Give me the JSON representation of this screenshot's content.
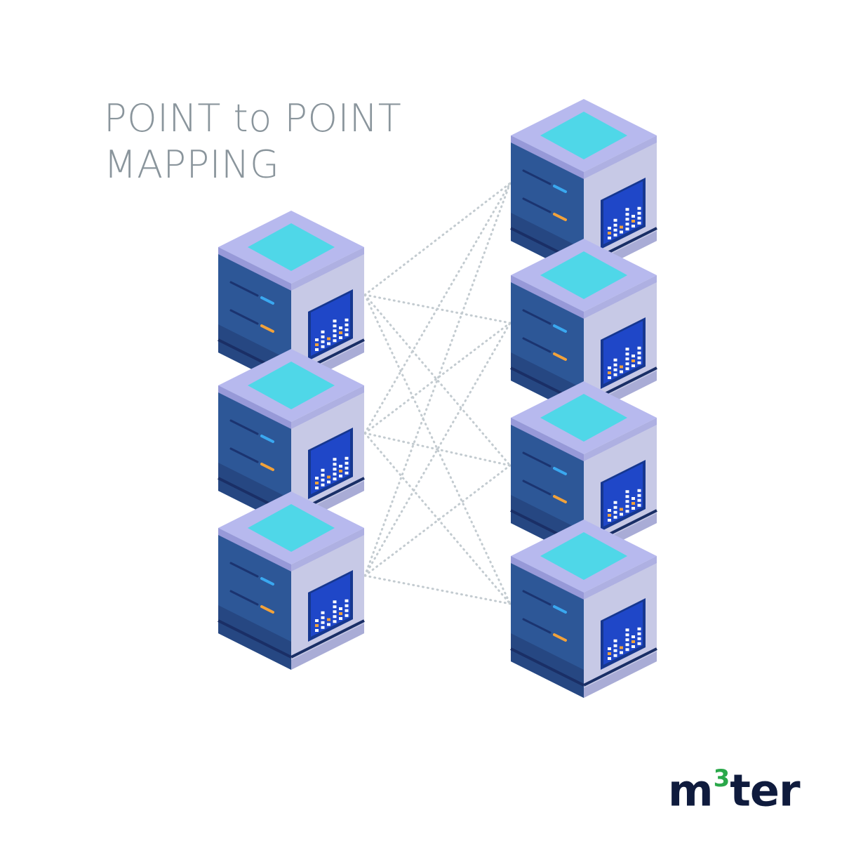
{
  "title": {
    "line1": "POINT to POINT",
    "line2": "MAPPING"
  },
  "logo": {
    "prefix": "m",
    "superscript": "3",
    "suffix": "ter"
  },
  "colors": {
    "title_text": "#8a959c",
    "logo_text": "#0f1b3d",
    "logo_accent": "#2aa84a",
    "server_top": "#b7b9ee",
    "server_top_panel": "#4fd7e8",
    "server_front": "#2d5797",
    "server_side": "#c7c9e6",
    "screen": "#1f47c8",
    "led_blue": "#3aa8f0",
    "led_orange": "#f2a23a",
    "connector_lines": "#c3cbd0"
  },
  "diagram": {
    "left_group": {
      "server_count": 3
    },
    "right_group": {
      "server_count": 4
    },
    "connections": "all-to-all dotted links between left and right servers",
    "icons": [
      "server-icon"
    ]
  }
}
